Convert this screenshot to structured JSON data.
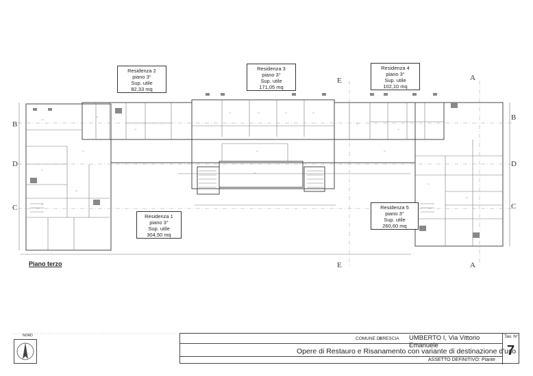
{
  "drawing": {
    "section_title": "Piano terzo",
    "residences": [
      {
        "name": "Residenza 2",
        "floor": "piano 3°",
        "label": "Sup. utile",
        "area": "82,33 mq"
      },
      {
        "name": "Residenza 3",
        "floor": "piano 3°",
        "label": "Sup. utile",
        "area": "171,05 mq"
      },
      {
        "name": "Residenza 4",
        "floor": "piano 3°",
        "label": "Sup. utile",
        "area": "102,10 mq"
      },
      {
        "name": "Residenza 1",
        "floor": "piano 3°",
        "label": "Sup. utile",
        "area": "304,50 mq"
      },
      {
        "name": "Residenza 5",
        "floor": "piano 3°",
        "label": "Sup. utile",
        "area": "260,60 mq"
      }
    ],
    "section_letters": {
      "a": "A",
      "b": "B",
      "c": "C",
      "d": "D",
      "e": "E"
    }
  },
  "titleblock": {
    "comune_label": "COMUNE DI",
    "comune": "BRESCIA",
    "address": "UMBERTO I, Via Vittorio Emanuele",
    "project": "Opere di Restauro e Risanamento con variante di destinazione d'uso",
    "assetto": "ASSETTO DEFINITIVO:",
    "drawing_type": "Piante",
    "tav_label": "Tav. N°:",
    "tav_number": "7"
  },
  "north": {
    "label": "NORD"
  }
}
